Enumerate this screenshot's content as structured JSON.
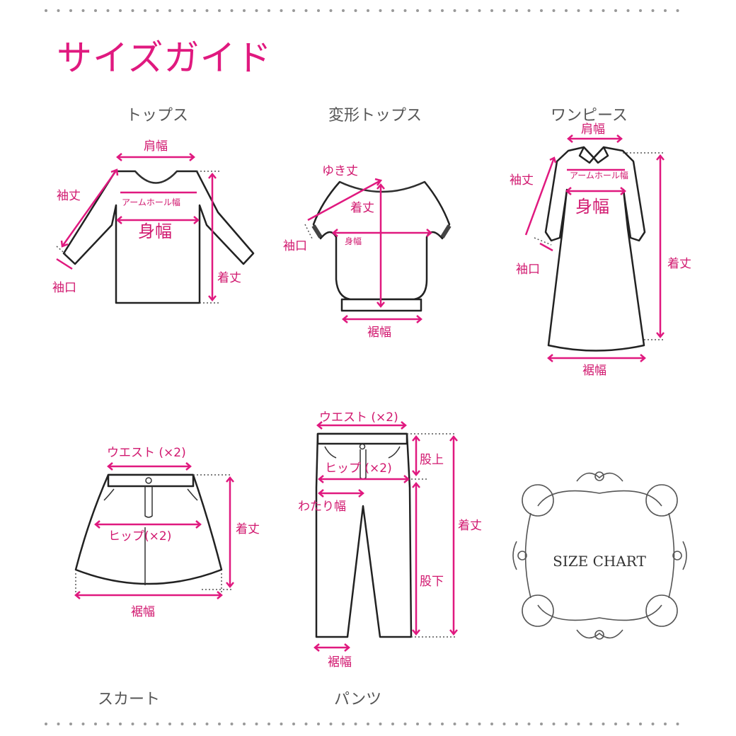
{
  "page": {
    "title": "サイズガイド"
  },
  "garments": {
    "tops": {
      "title": "トップス",
      "labels": {
        "shoulder": "肩幅",
        "sleeve": "袖丈",
        "armhole": "アームホール幅",
        "body": "身幅",
        "length": "着丈",
        "cuff": "袖口"
      }
    },
    "deformed_tops": {
      "title": "変形トップス",
      "labels": {
        "yuki": "ゆき丈",
        "length": "着丈",
        "cuff": "袖口",
        "body": "身幅",
        "hem": "裾幅"
      }
    },
    "onepiece": {
      "title": "ワンピース",
      "labels": {
        "shoulder": "肩幅",
        "sleeve": "袖丈",
        "armhole": "アームホール幅",
        "body": "身幅",
        "length": "着丈",
        "cuff": "袖口",
        "hem": "裾幅"
      }
    },
    "skirt": {
      "title": "スカート",
      "labels": {
        "waist": "ウエスト (×2)",
        "hip": "ヒップ(×2)",
        "length": "着丈",
        "hem": "裾幅"
      }
    },
    "pants": {
      "title": "パンツ",
      "labels": {
        "waist": "ウエスト (×2)",
        "hip": "ヒップ (×2)",
        "thigh": "わたり幅",
        "rise": "股上",
        "inseam": "股下",
        "length": "着丈",
        "hem": "裾幅"
      }
    }
  },
  "size_chart": {
    "label": "SIZE CHART"
  },
  "colors": {
    "accent": "#e0197f",
    "line": "#222222",
    "dots": "#999999"
  }
}
